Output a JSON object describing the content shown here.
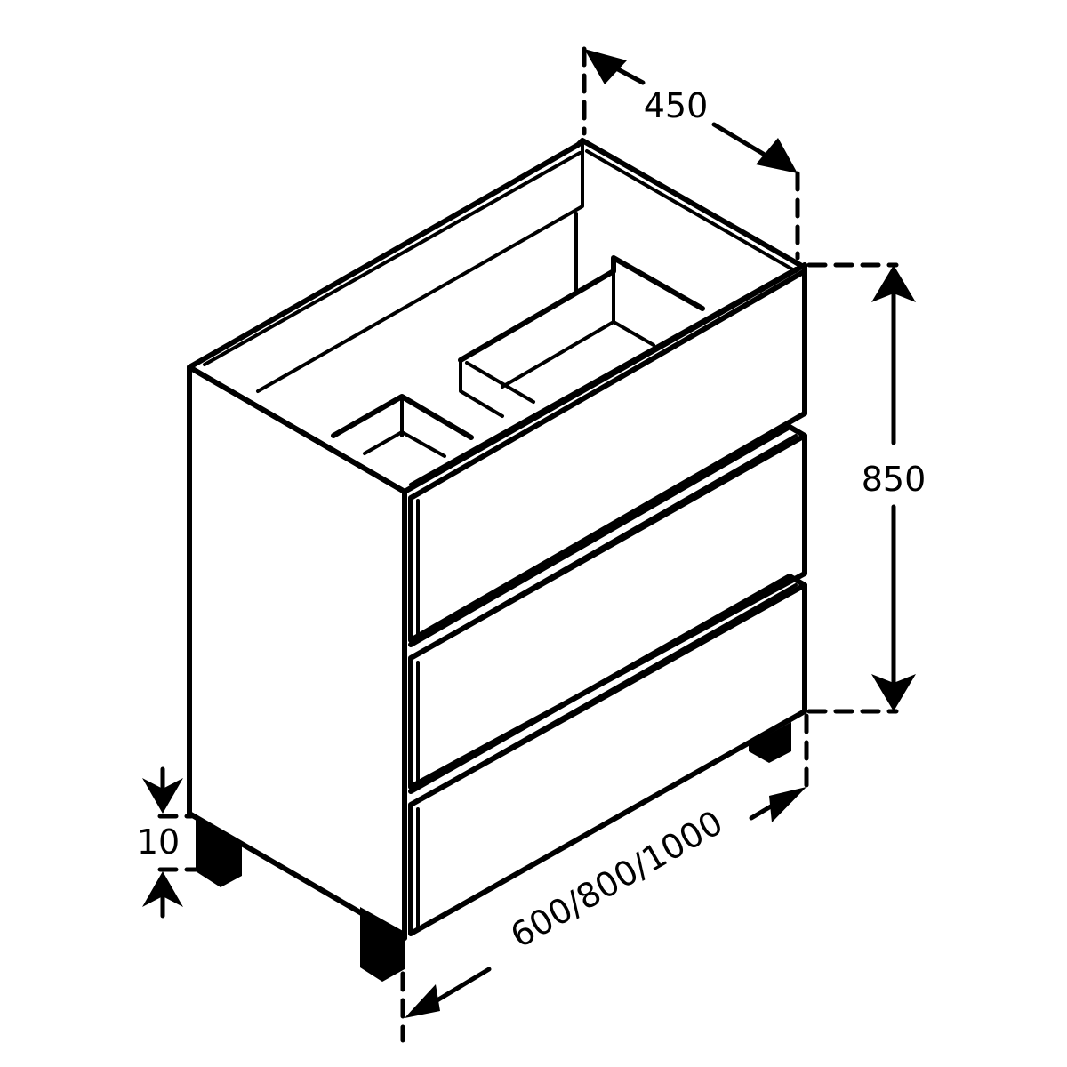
{
  "diagram": {
    "subject": "Floor-standing cabinet with three drawers",
    "line_color": "#000000",
    "background": "#ffffff",
    "dimensions": {
      "depth": {
        "label": "450"
      },
      "height": {
        "label": "850"
      },
      "width": {
        "label": "600/800/1000"
      },
      "leg_height": {
        "label": "10"
      }
    },
    "drawers": [
      {
        "name": "top-drawer"
      },
      {
        "name": "middle-drawer"
      },
      {
        "name": "bottom-drawer"
      }
    ]
  }
}
